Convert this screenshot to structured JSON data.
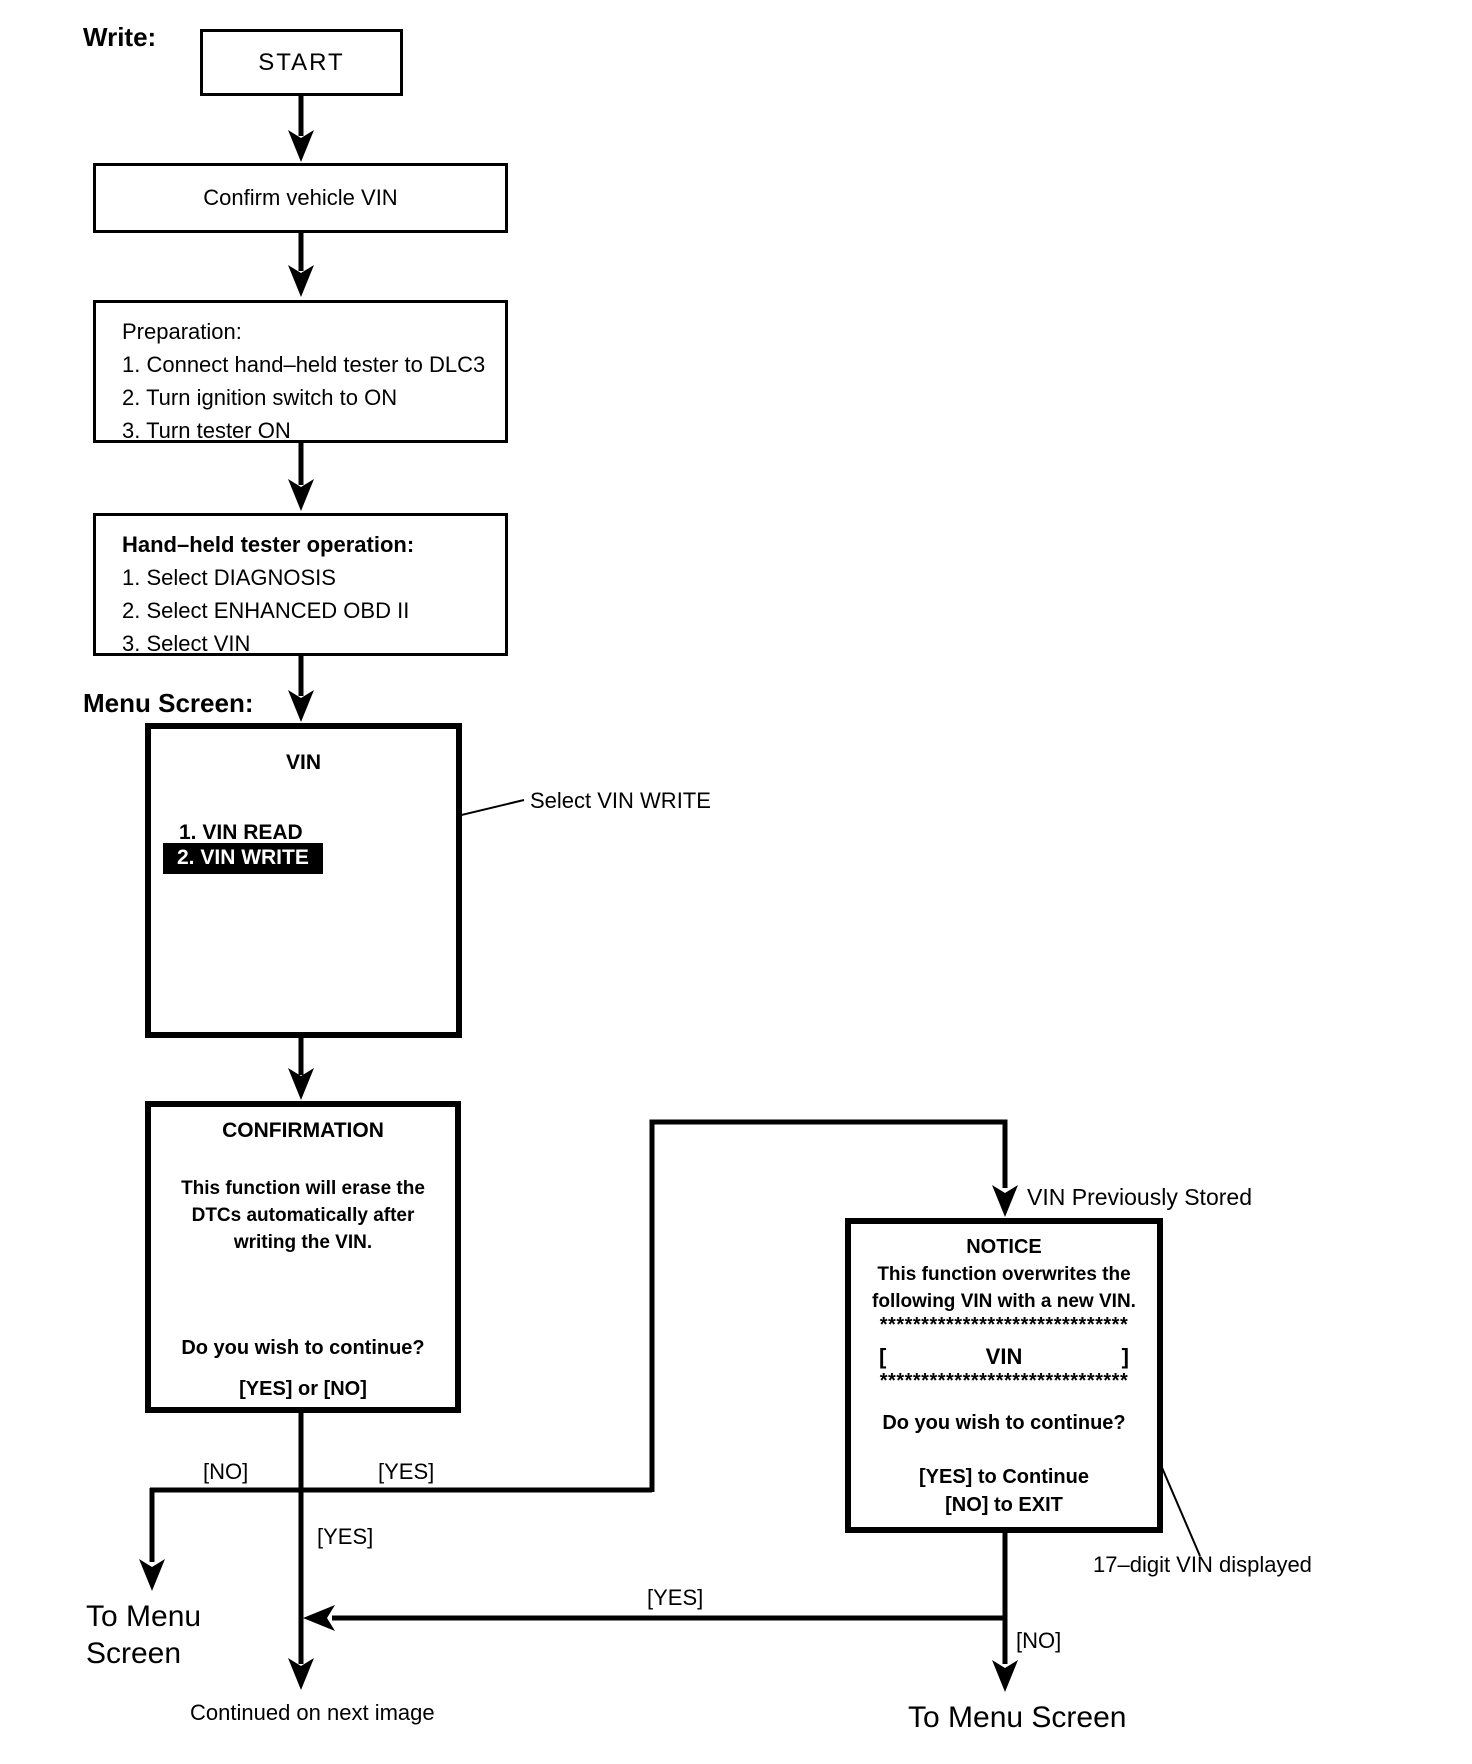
{
  "page": {
    "write_label": "Write:",
    "menu_screen_label": "Menu Screen:"
  },
  "boxes": {
    "start": "START",
    "confirm_vin": "Confirm vehicle VIN",
    "preparation": {
      "title": "Preparation:",
      "items": [
        "1. Connect hand–held tester to DLC3",
        "2. Turn ignition switch to ON",
        "3. Turn tester ON"
      ]
    },
    "tester_operation": {
      "title": "Hand–held tester operation:",
      "items": [
        "1. Select DIAGNOSIS",
        "2. Select ENHANCED OBD II",
        "3. Select VIN"
      ]
    }
  },
  "menu_screen": {
    "title": "VIN",
    "item_read": "1. VIN READ",
    "item_write": "2. VIN WRITE",
    "annotation": "Select VIN WRITE"
  },
  "confirmation_screen": {
    "title": "CONFIRMATION",
    "body": [
      "This function will erase the",
      "DTCs automatically after",
      "writing the VIN."
    ],
    "question": "Do you wish to continue?",
    "options": "[YES] or [NO]"
  },
  "notice_screen": {
    "annotation_top": "VIN Previously Stored",
    "title": "NOTICE",
    "body": [
      "This function overwrites the",
      "following VIN with a new VIN."
    ],
    "stars_top": "******************************",
    "vin_open": "[",
    "vin_label": "VIN",
    "vin_close": "]",
    "stars_bottom": "******************************",
    "question": "Do you wish to continue?",
    "yes_line": "[YES] to Continue",
    "no_line": "[NO] to EXIT",
    "annotation_bottom": "17–digit VIN displayed"
  },
  "connector_labels": {
    "confirm_no": "[NO]",
    "confirm_yes": "[YES]",
    "center_yes": "[YES]",
    "return_yes": "[YES]",
    "notice_no": "[NO]"
  },
  "exits": {
    "to_menu_left_line1": "To Menu",
    "to_menu_left_line2": "Screen",
    "continued": "Continued on next image",
    "to_menu_right": "To Menu Screen"
  }
}
